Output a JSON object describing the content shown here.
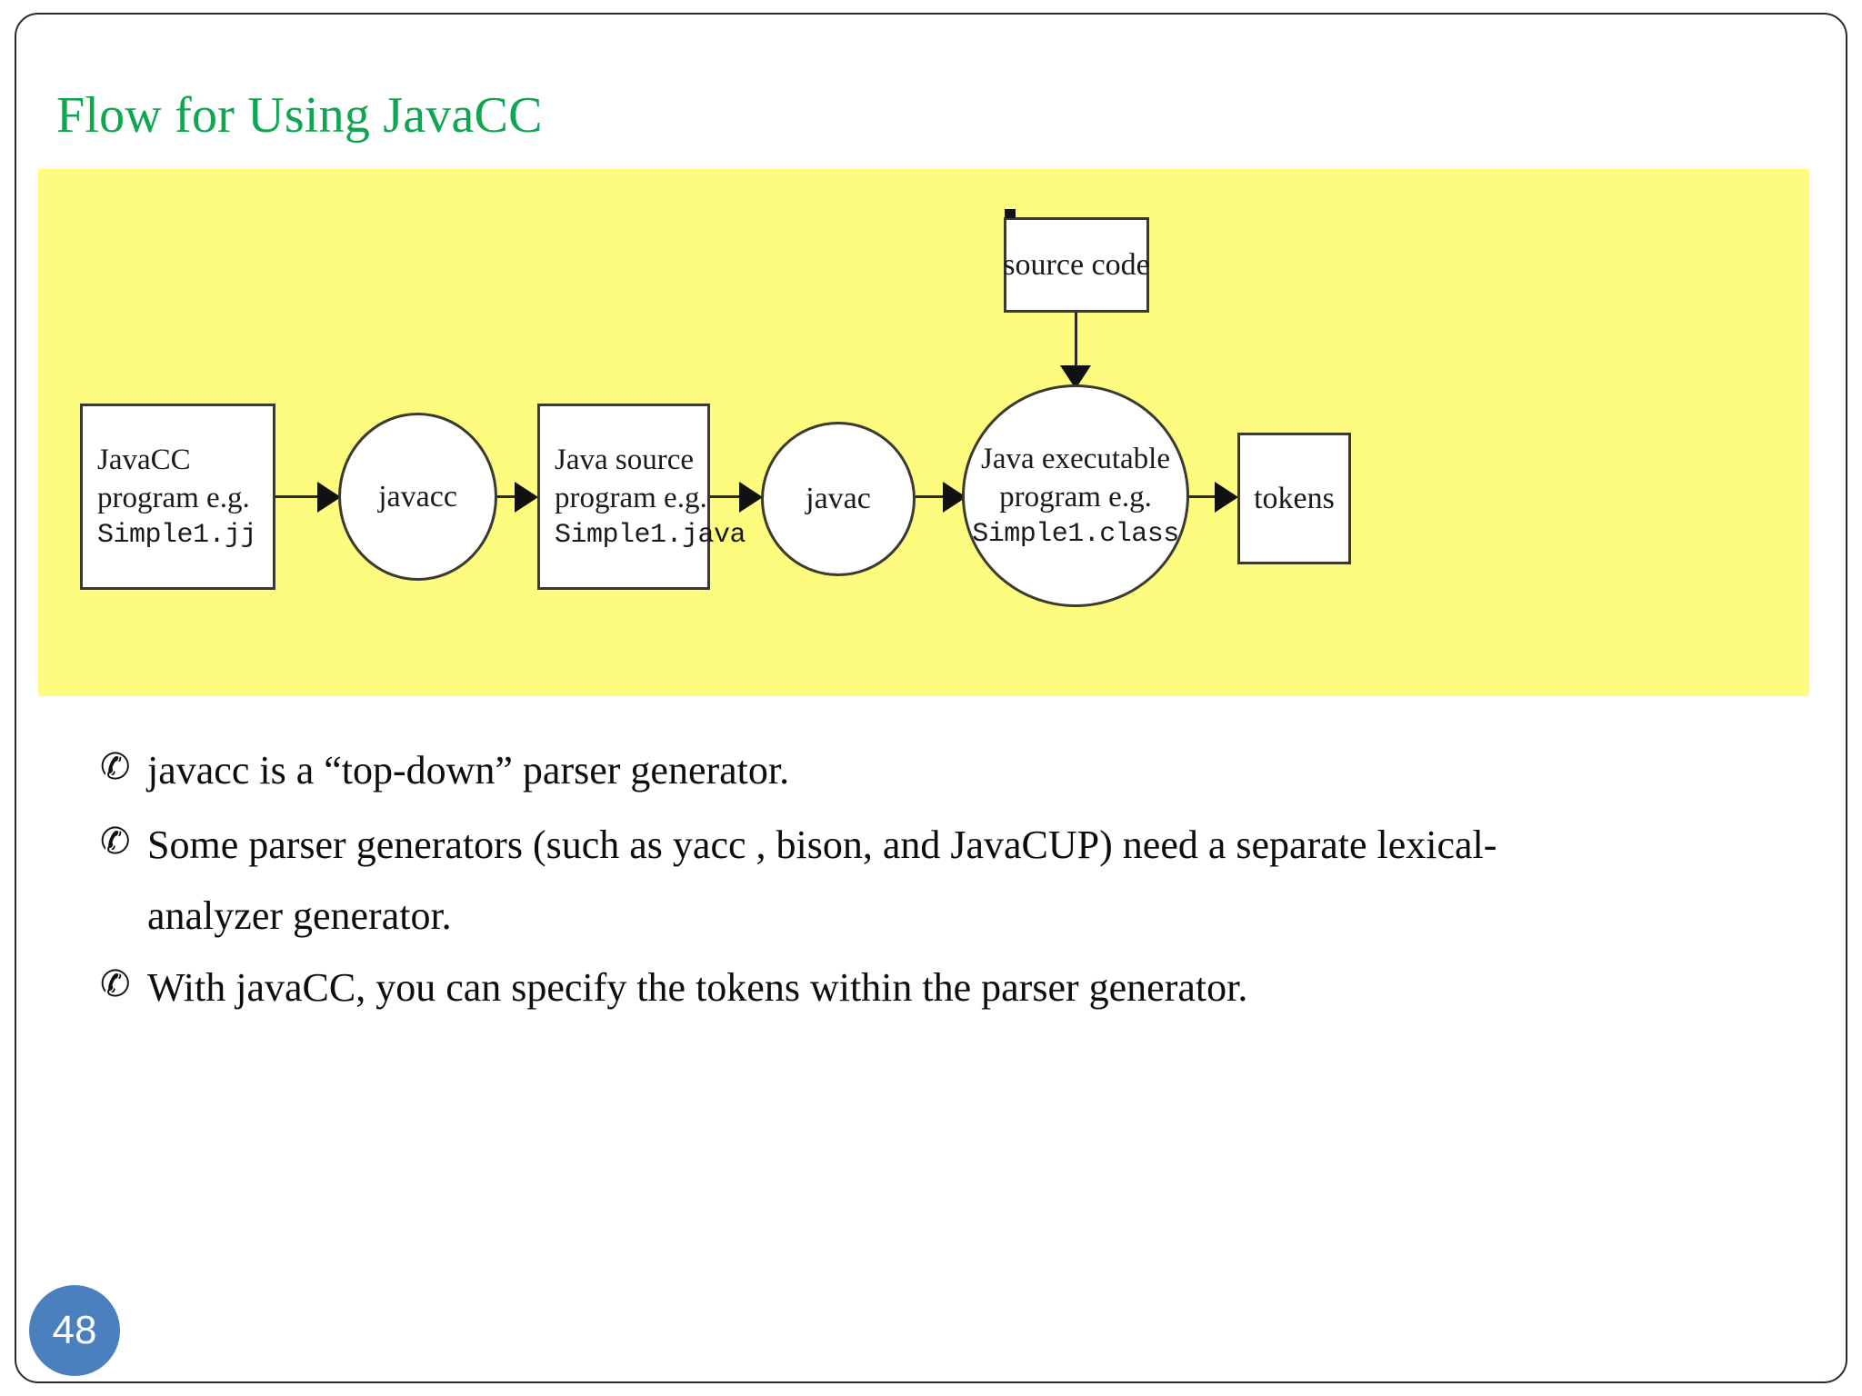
{
  "slide": {
    "title": "Flow for Using JavaCC",
    "page_number": "48",
    "title_color": "#10a550",
    "panel_color": "#fdfc7f",
    "badge_color": "#4a80bd"
  },
  "diagram": {
    "nodes": {
      "javacc_source": {
        "shape": "rect",
        "line1": "JavaCC",
        "line2": "program e.g.",
        "line3": "Simple1.jj"
      },
      "javacc_tool": {
        "shape": "ellipse",
        "label": "javacc"
      },
      "java_source": {
        "shape": "rect",
        "line1": "Java source",
        "line2": "program e.g.",
        "line3": "Simple1.java"
      },
      "javac_tool": {
        "shape": "ellipse",
        "label": "javac"
      },
      "java_executable": {
        "shape": "ellipse",
        "line1": "Java executable",
        "line2": "program e.g.",
        "line3": "Simple1.class"
      },
      "tokens": {
        "shape": "rect",
        "label": "tokens"
      },
      "source_code": {
        "shape": "rect",
        "label": "source code"
      }
    },
    "edges": [
      {
        "from": "javacc_source",
        "to": "javacc_tool",
        "direction": "right"
      },
      {
        "from": "javacc_tool",
        "to": "java_source",
        "direction": "right"
      },
      {
        "from": "java_source",
        "to": "javac_tool",
        "direction": "right"
      },
      {
        "from": "javac_tool",
        "to": "java_executable",
        "direction": "right"
      },
      {
        "from": "java_executable",
        "to": "tokens",
        "direction": "right"
      },
      {
        "from": "source_code",
        "to": "java_executable",
        "direction": "down"
      }
    ]
  },
  "bullets": {
    "icon": "loudspeaker-icon",
    "icon_glyph": "✆",
    "items": [
      {
        "text": "javacc is a “top-down” parser  generator.",
        "continuation": null
      },
      {
        "text": "Some parser generators (such as yacc ,  bison, and JavaCUP) need a separate  lexical-",
        "continuation": "analyzer  generator."
      },
      {
        "text": "With javaCC, you can specify the tokens within the parser  generator.",
        "continuation": null
      }
    ]
  }
}
